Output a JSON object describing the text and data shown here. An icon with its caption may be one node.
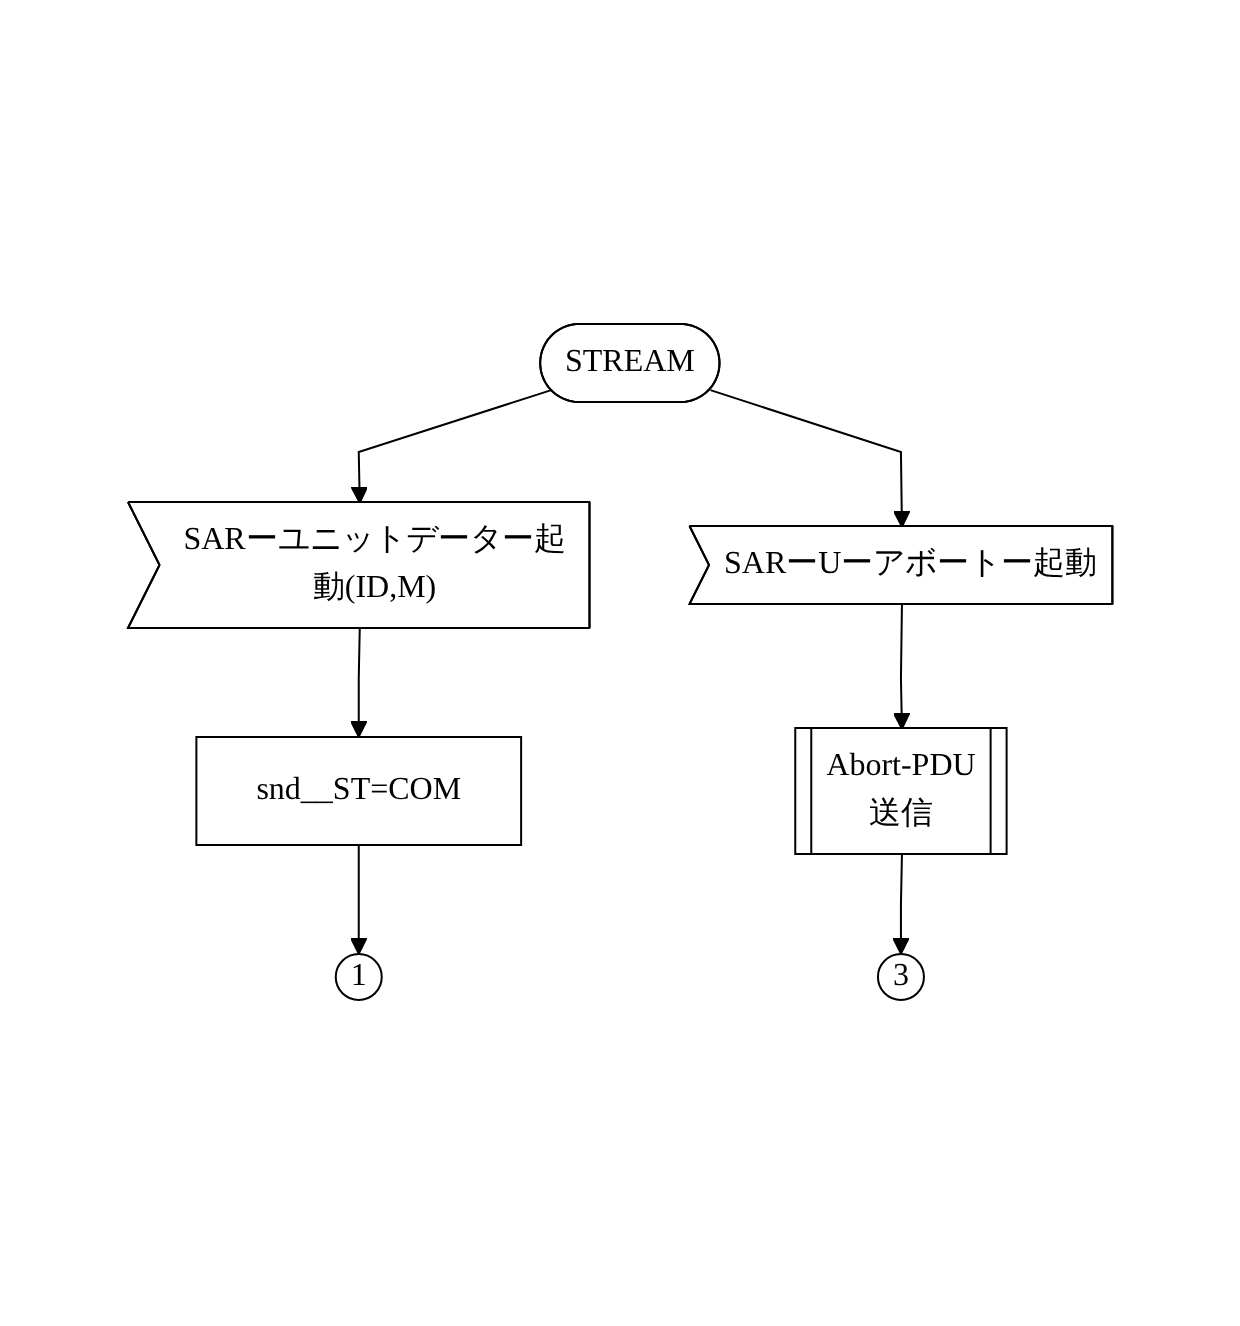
{
  "diagram": {
    "nodes": [
      {
        "text": [
          "STREAM"
        ]
      },
      {
        "text": [
          "SARーユニットデーター起動(ID,M)"
        ]
      },
      {
        "text": [
          "SARーUーアボートー起動"
        ]
      },
      {
        "text": [
          "snd__ST=COM"
        ]
      },
      {
        "text": [
          "1"
        ]
      },
      {
        "text": [
          "Abort-PDU",
          "送信"
        ]
      },
      {
        "text": [
          "3"
        ]
      }
    ],
    "edges": [
      {
        "from": 0,
        "to": 1,
        "arrow": "to"
      },
      {
        "from": 0,
        "to": 2,
        "arrow": "to"
      },
      {
        "from": 1,
        "to": 3,
        "arrow": "to"
      },
      {
        "from": 3,
        "to": 4,
        "arrow": "to"
      },
      {
        "from": 2,
        "to": 5,
        "arrow": "to"
      },
      {
        "from": 5,
        "to": 6,
        "arrow": "to"
      }
    ]
  }
}
